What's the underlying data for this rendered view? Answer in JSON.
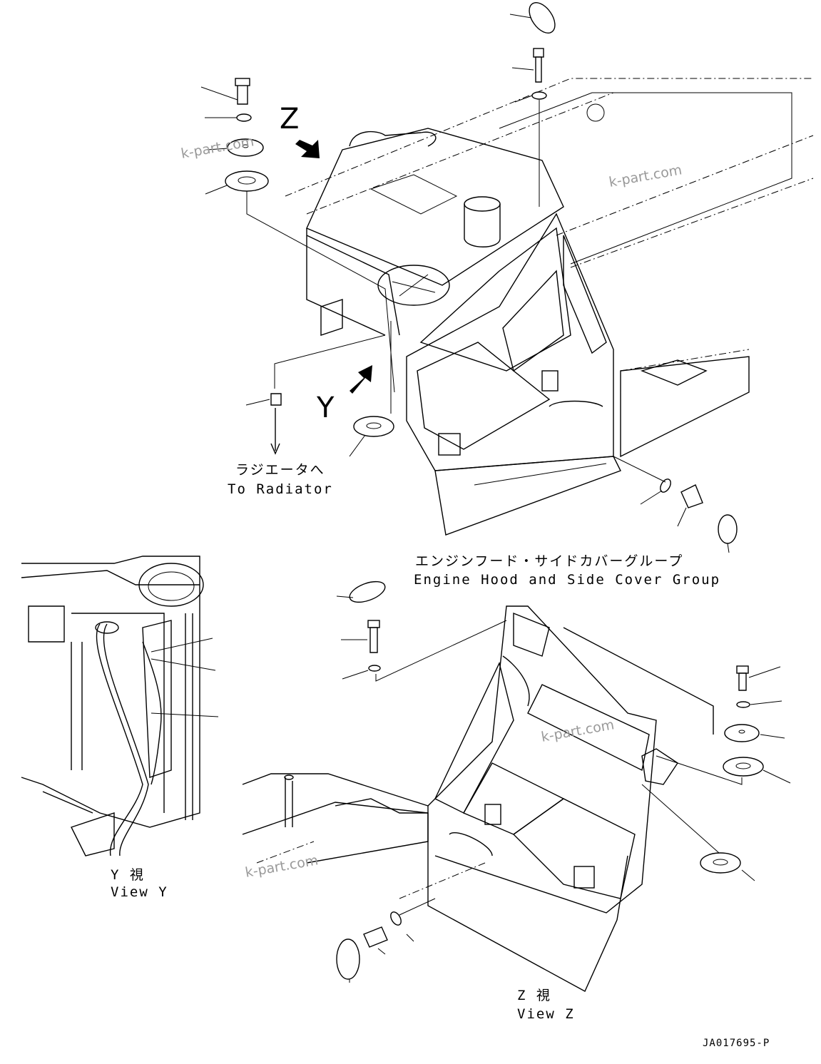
{
  "diagram": {
    "view_letters": {
      "z": "Z",
      "y": "Y"
    },
    "labels": {
      "radiator_jp": "ラジエータへ",
      "radiator_en": "To Radiator",
      "group_jp": "エンジンフード・サイドカバーグループ",
      "group_en": "Engine Hood and Side Cover Group",
      "view_y_jp": "Y 視",
      "view_y_en": "View Y",
      "view_z_jp": "Z 視",
      "view_z_en": "View Z"
    },
    "watermarks": [
      "k-part.com",
      "k-part.com",
      "k-part.com",
      "k-part.com"
    ],
    "drawing_code": "JA017695-P"
  }
}
